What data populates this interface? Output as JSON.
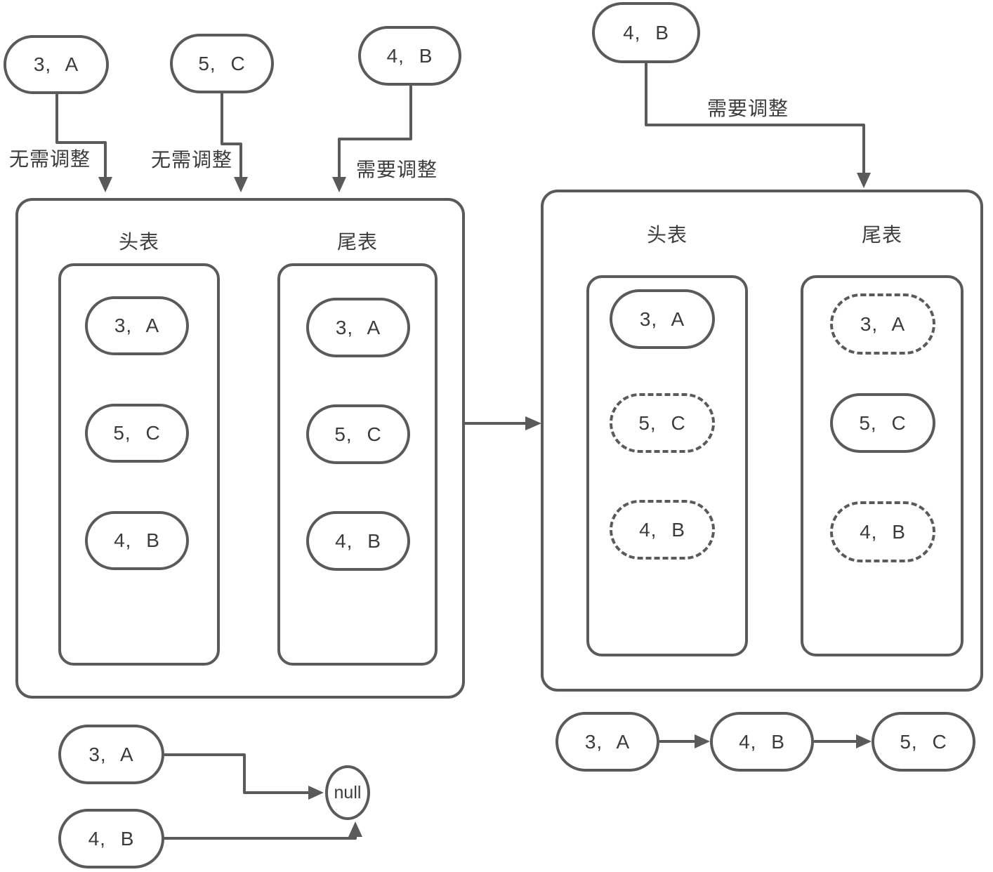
{
  "colors": {
    "stroke": "#5a5a5a",
    "text": "#3c3c3c"
  },
  "incoming_left": {
    "nodes": [
      {
        "label": "3, A",
        "annotation": "无需调整"
      },
      {
        "label": "5, C",
        "annotation": "无需调整"
      },
      {
        "label": "4, B",
        "annotation": "需要调整"
      }
    ]
  },
  "incoming_right": {
    "node": {
      "label": "4, B"
    },
    "annotation": "需要调整"
  },
  "left_box": {
    "head_title": "头表",
    "tail_title": "尾表",
    "head_items": [
      {
        "label": "3, A",
        "dashed": false
      },
      {
        "label": "5, C",
        "dashed": false
      },
      {
        "label": "4, B",
        "dashed": false
      }
    ],
    "tail_items": [
      {
        "label": "3, A",
        "dashed": false
      },
      {
        "label": "5, C",
        "dashed": false
      },
      {
        "label": "4, B",
        "dashed": false
      }
    ]
  },
  "right_box": {
    "head_title": "头表",
    "tail_title": "尾表",
    "head_items": [
      {
        "label": "3, A",
        "dashed": false
      },
      {
        "label": "5, C",
        "dashed": true
      },
      {
        "label": "4, B",
        "dashed": true
      }
    ],
    "tail_items": [
      {
        "label": "3, A",
        "dashed": true
      },
      {
        "label": "5, C",
        "dashed": false
      },
      {
        "label": "4, B",
        "dashed": true
      }
    ]
  },
  "bottom_left": {
    "nodes": [
      {
        "label": "3, A"
      },
      {
        "label": "4, B"
      }
    ],
    "null_label": "null"
  },
  "bottom_right": {
    "chain": [
      {
        "label": "3, A"
      },
      {
        "label": "4, B"
      },
      {
        "label": "5, C"
      }
    ]
  }
}
